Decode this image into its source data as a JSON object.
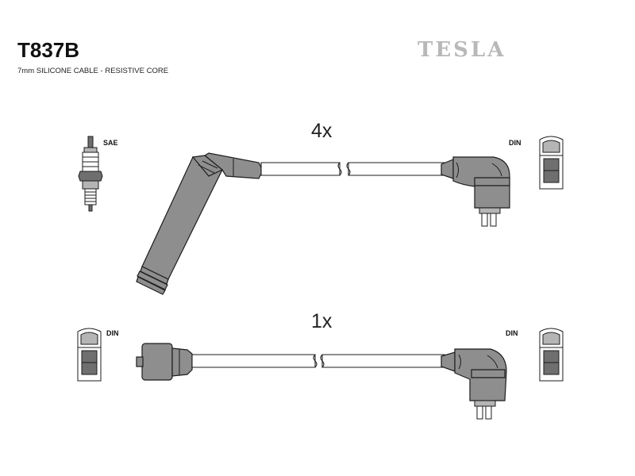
{
  "header": {
    "part_number": "T837B",
    "description": "7mm SILICONE CABLE - RESISTIVE CORE",
    "brand": "TESLA"
  },
  "assemblies": [
    {
      "quantity": "4x",
      "spark_plug_standard": "SAE",
      "coil_standard": "DIN"
    },
    {
      "quantity": "1x",
      "left_standard": "DIN",
      "right_standard": "DIN"
    }
  ],
  "colors": {
    "boot_grey": "#8e8e8e",
    "brand_grey": "#b8b8b8",
    "outline": "#1c1c1c"
  }
}
